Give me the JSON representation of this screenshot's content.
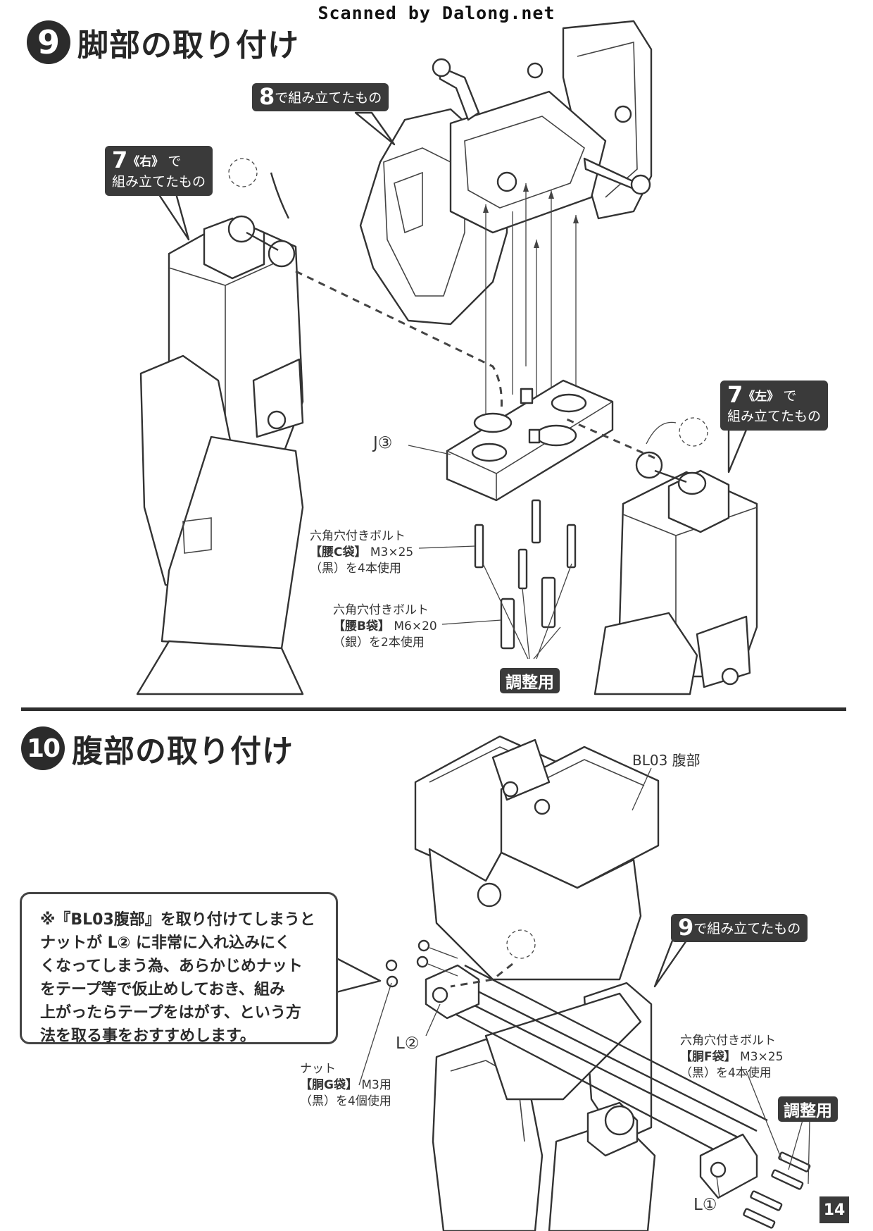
{
  "header": {
    "scan_credit": "Scanned by Dalong.net"
  },
  "step9": {
    "number": "9",
    "title": "脚部の取り付け",
    "callout_8": {
      "num": "8",
      "text": "で組み立てたもの"
    },
    "callout_7r": {
      "num": "7",
      "side": "《右》",
      "line1": "で",
      "line2": "組み立てたもの"
    },
    "callout_7l": {
      "num": "7",
      "side": "《左》",
      "line1": "で",
      "line2": "組み立てたもの"
    },
    "part_j3": "J③",
    "bolt_c": {
      "line1": "六角穴付きボルト",
      "bag": "【腰C袋】",
      "size": "M3×25",
      "line3": "（黒）を4本使用"
    },
    "bolt_b": {
      "line1": "六角穴付きボルト",
      "bag": "【腰B袋】",
      "size": "M6×20",
      "line3": "（銀）を2本使用"
    },
    "adjust": "調整用"
  },
  "step10": {
    "number": "10",
    "title": "腹部の取り付け",
    "part_bl03": "BL03 腹部",
    "callout_9": {
      "num": "9",
      "text": "で組み立てたもの"
    },
    "note": {
      "line1": "※『BL03腹部』を取り付けてしまうと",
      "line2": "ナットが L② に非常に入れ込みにく",
      "line3": "くなってしまう為、あらかじめナット",
      "line4": "をテープ等で仮止めしておき、組み",
      "line5": "上がったらテープをはがす、という方",
      "line6": "法を取る事をおすすめします。"
    },
    "part_l2": "L②",
    "part_l1": "L①",
    "nut": {
      "line1": "ナット",
      "bag": "【胴G袋】",
      "size": "M3用",
      "line3": "（黒）を4個使用"
    },
    "bolt_f": {
      "line1": "六角穴付きボルト",
      "bag": "【胴F袋】",
      "size": "M3×25",
      "line3": "（黒）を4本使用"
    },
    "adjust": "調整用"
  },
  "footer": {
    "page_number": "14"
  }
}
